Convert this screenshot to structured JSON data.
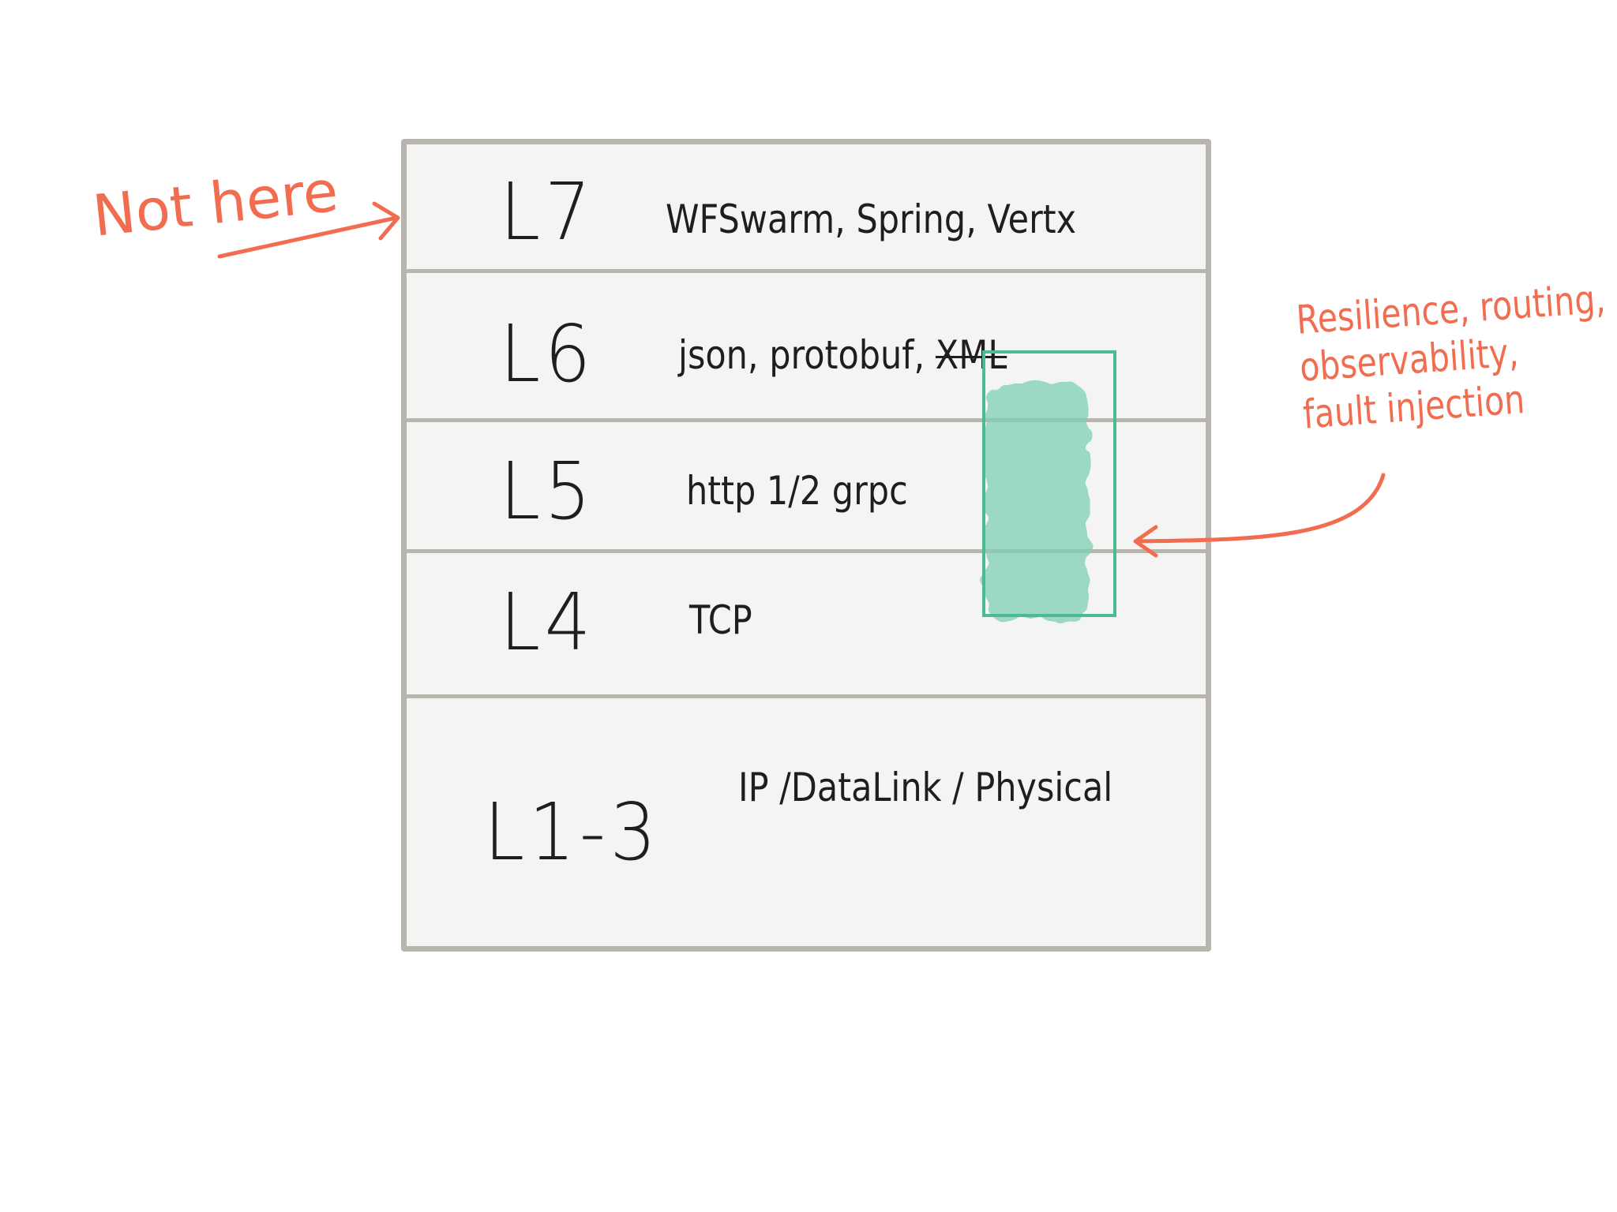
{
  "diagram": {
    "layers": [
      {
        "label": "L7",
        "protocols": "WFSwarm, Spring, Vertx"
      },
      {
        "label": "L6",
        "protocols": "json, protobuf,",
        "struck": "XML"
      },
      {
        "label": "L5",
        "protocols": "http 1/2  grpc"
      },
      {
        "label": "L4",
        "protocols": "TCP"
      },
      {
        "label": "L1-3",
        "protocols": "IP /DataLink / Physical"
      }
    ],
    "annotations": {
      "not_here": "Not here",
      "service_mesh_lines": [
        "Resilience, routing,",
        "observability,",
        "fault injection"
      ]
    },
    "colors": {
      "annotation": "#f26d50",
      "highlight": "#7fd0b4",
      "highlight_border": "#4cba97",
      "frame": "#b8b4ae",
      "ink": "#1e1e1e"
    }
  }
}
